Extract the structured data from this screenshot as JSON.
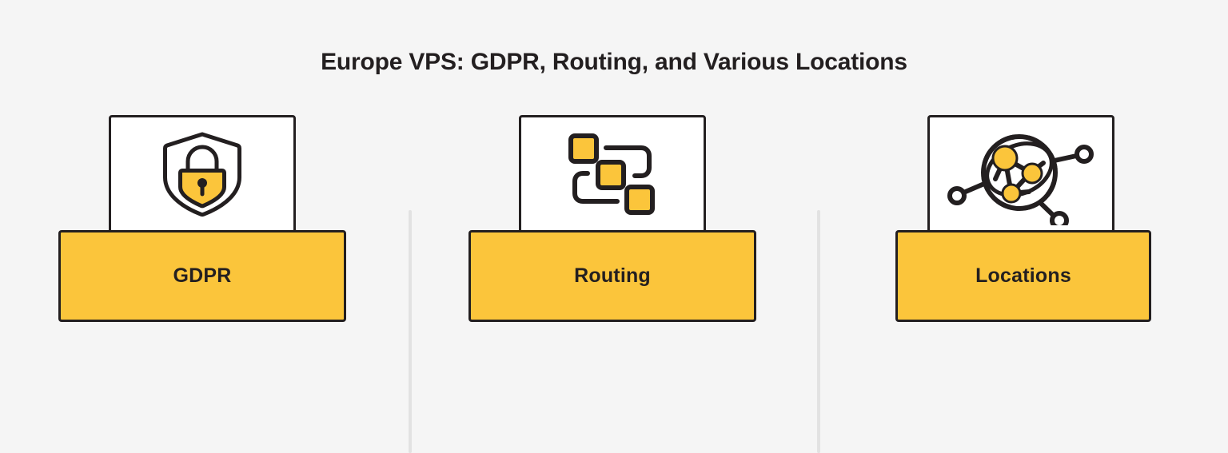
{
  "header": {
    "title": "Europe VPS: GDPR, Routing, and Various Locations"
  },
  "theme": {
    "background": "#f5f5f5",
    "accent_yellow": "#fbc53b",
    "ink": "#231f20",
    "panel_white": "#ffffff",
    "divider_gray": "#e2e2e2"
  },
  "cards": [
    {
      "id": "gdpr",
      "label": "GDPR",
      "icon_name": "shield-lock-icon",
      "icon_description": "Shield outline containing a padlock with yellow shield-shaped body and keyhole"
    },
    {
      "id": "routing",
      "label": "Routing",
      "icon_name": "routing-nodes-icon",
      "icon_description": "Three rounded yellow squares joined by two C-shaped routing connectors"
    },
    {
      "id": "locations",
      "label": "Locations",
      "icon_name": "global-network-icon",
      "icon_description": "Globe with orbital arcs, three yellow interior nodes and three outlined external nodes on spokes"
    }
  ],
  "dividers": [
    {
      "id": "divider-1"
    },
    {
      "id": "divider-2"
    }
  ]
}
